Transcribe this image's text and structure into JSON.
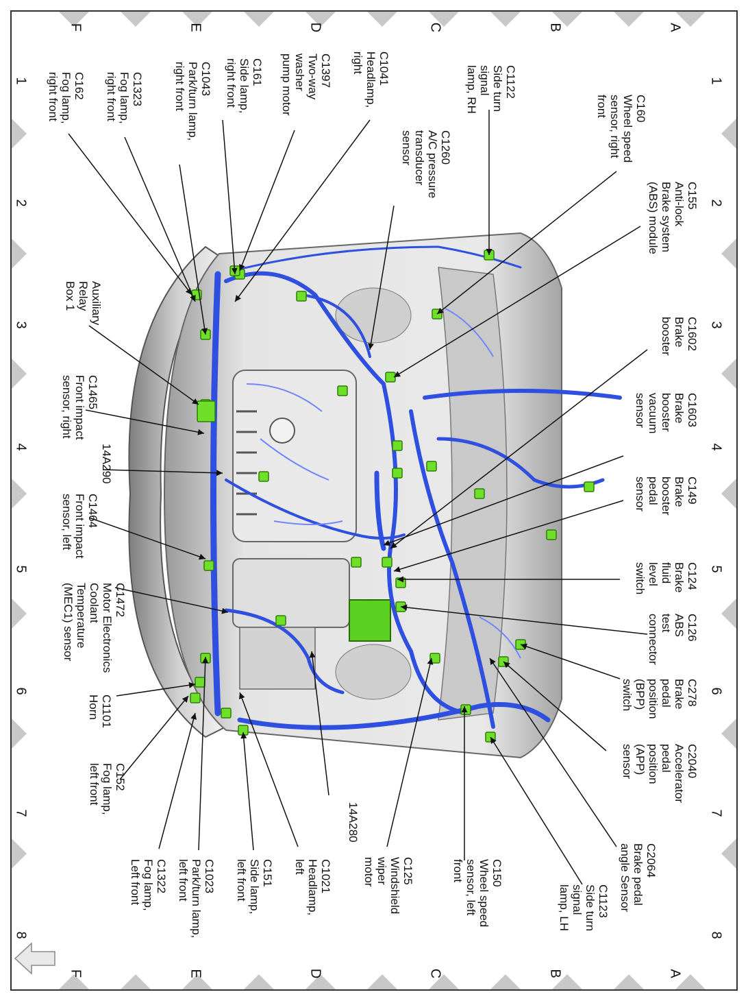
{
  "grid": {
    "rows": [
      "A",
      "B",
      "C",
      "D",
      "E",
      "F"
    ],
    "cols": [
      "1",
      "2",
      "3",
      "4",
      "5",
      "6",
      "7",
      "8"
    ]
  },
  "callouts": [
    {
      "id": "c160",
      "lines": [
        "C160",
        "Wheel speed",
        "sensor, right",
        "front"
      ]
    },
    {
      "id": "c155",
      "lines": [
        "C155",
        "Anti-lock",
        "Brake system",
        "(ABS) module"
      ]
    },
    {
      "id": "c1602",
      "lines": [
        "C1602",
        "Brake",
        "booster"
      ]
    },
    {
      "id": "c1603",
      "lines": [
        "C1603",
        "Brake",
        "booster",
        "vacuum",
        "sensor"
      ]
    },
    {
      "id": "c149",
      "lines": [
        "C149",
        "Brake",
        "booster",
        "pedal",
        "sensor"
      ]
    },
    {
      "id": "c124",
      "lines": [
        "C124",
        "Brake",
        "fluid",
        "level",
        "switch"
      ]
    },
    {
      "id": "c126",
      "lines": [
        "C126",
        "ABS",
        "test",
        "connector"
      ]
    },
    {
      "id": "c278",
      "lines": [
        "C278",
        "Brake",
        "pedal",
        "position",
        "(BPP)",
        "switch"
      ]
    },
    {
      "id": "c2040",
      "lines": [
        "C2040",
        "Accelerator",
        "pedal",
        "position",
        "(APP)",
        "sensor"
      ]
    },
    {
      "id": "c2064",
      "lines": [
        "C2064",
        "Brake pedal",
        "angle Sensor"
      ]
    },
    {
      "id": "c1123",
      "lines": [
        "C1123",
        "Side turn",
        "signal",
        "lamp, LH"
      ]
    },
    {
      "id": "c1122",
      "lines": [
        "C1122",
        "Side turn",
        "signal",
        "lamp, RH"
      ]
    },
    {
      "id": "c1260",
      "lines": [
        "C1260",
        "A/C pressure",
        "transducer",
        "sensor"
      ]
    },
    {
      "id": "c150",
      "lines": [
        "C150",
        "Wheel speed",
        "sensor, left",
        "front"
      ]
    },
    {
      "id": "c1041",
      "lines": [
        "C1041",
        "Headlamp,",
        "right"
      ]
    },
    {
      "id": "c125",
      "lines": [
        "C125",
        "Windshield",
        "wiper",
        "motor"
      ]
    },
    {
      "id": "c1397",
      "lines": [
        "C1397",
        "Two-way",
        "washer",
        "pump motor"
      ]
    },
    {
      "id": "c161",
      "lines": [
        "C161",
        "Side lamp,",
        "right front"
      ]
    },
    {
      "id": "c1043",
      "lines": [
        "C1043",
        "Park/turn lamp,",
        "right front"
      ]
    },
    {
      "id": "c1323",
      "lines": [
        "C1323",
        "Fog lamp,",
        "right front"
      ]
    },
    {
      "id": "c162",
      "lines": [
        "C162",
        "Fog lamp,",
        "right front"
      ]
    },
    {
      "id": "relay",
      "lines": [
        "Auxiliary",
        "Relay",
        "Box 1"
      ]
    },
    {
      "id": "c1465",
      "lines": [
        "C1465",
        "Front impact",
        "sensor, right"
      ]
    },
    {
      "id": "h14a290",
      "lines": [
        "14A290"
      ]
    },
    {
      "id": "c1464",
      "lines": [
        "C1464",
        "Front impact",
        "sensor, left"
      ]
    },
    {
      "id": "c1472",
      "lines": [
        "C1472",
        "Motor Electronics",
        "Coolant",
        "Temperature",
        "(MEC1) sensor"
      ]
    },
    {
      "id": "c1101",
      "lines": [
        "C1101",
        "Horn"
      ]
    },
    {
      "id": "c152",
      "lines": [
        "C152",
        "Fog lamp,",
        "left front"
      ]
    },
    {
      "id": "h14a280",
      "lines": [
        "14A280"
      ]
    },
    {
      "id": "c1021",
      "lines": [
        "C1021",
        "Headlamp,",
        "left"
      ]
    },
    {
      "id": "c151",
      "lines": [
        "C151",
        "Side lamp,",
        "left front"
      ]
    },
    {
      "id": "c1023",
      "lines": [
        "C1023",
        "Park/turn lamp,",
        "left front"
      ]
    },
    {
      "id": "c1322",
      "lines": [
        "C1322",
        "Fog lamp,",
        "Left front"
      ]
    }
  ],
  "colors": {
    "harness": "#2f4fe0",
    "harness_light": "#6f86ff",
    "connector": "#6fe02a",
    "grid_marker": "#c8c8c8",
    "body": "#d6d6d6"
  },
  "nav": {
    "icon": "back-arrow-icon"
  }
}
